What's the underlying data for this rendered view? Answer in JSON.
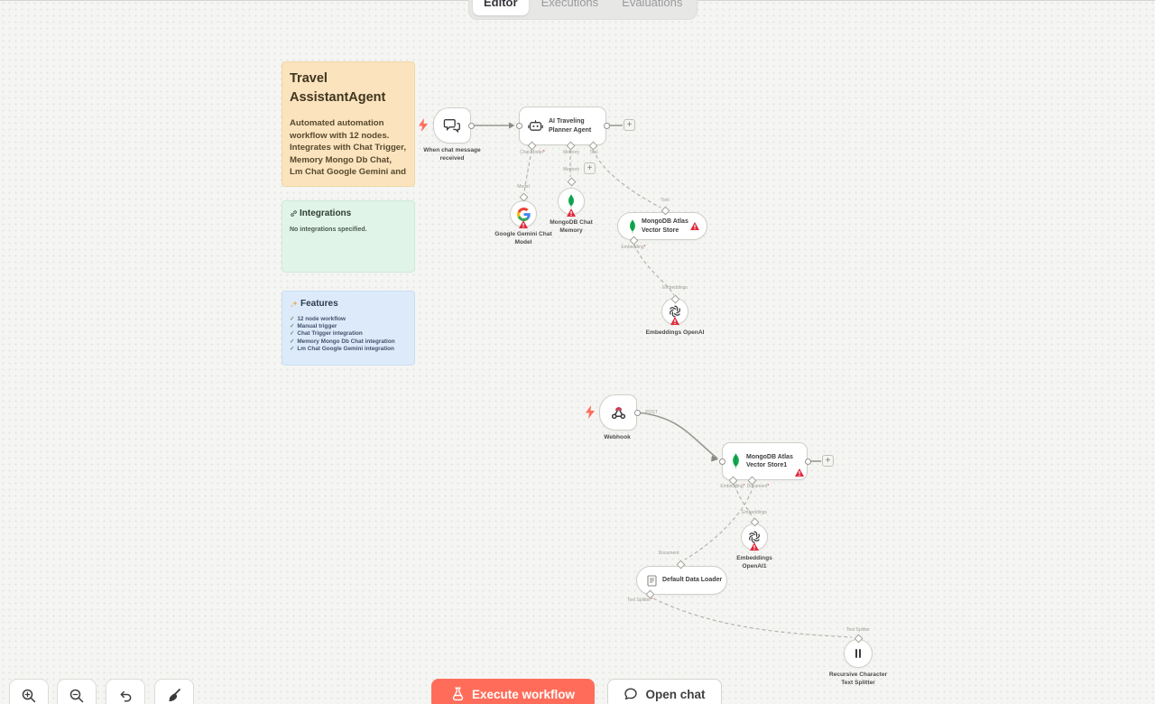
{
  "tabs": {
    "editor": "Editor",
    "executions": "Executions",
    "evaluations": "Evaluations"
  },
  "sticky_notes": {
    "overview": {
      "title": "Travel AssistantAgent",
      "body": "Automated automation workflow with 12 nodes. Integrates with Chat Trigger, Memory Mongo Db Chat, Lm Chat Google Gemini and"
    },
    "integrations": {
      "title": "Integrations",
      "body": "No integrations specified."
    },
    "features": {
      "title": "Features",
      "check": "✓",
      "items": [
        "12 node workflow",
        "Manual trigger",
        "Chat Trigger integration",
        "Memory Mongo Db Chat integration",
        "Lm Chat Google Gemini integration"
      ]
    }
  },
  "nodes": {
    "chat_trigger": {
      "name": "When chat message received"
    },
    "agent": {
      "name": "AI Traveling Planner Agent",
      "ports": {
        "chat_model": "Chat Model",
        "memory": "Memory",
        "tool": "Tool"
      }
    },
    "gemini": {
      "name": "Google Gemini Chat Model",
      "port": "Model"
    },
    "mongo_memory": {
      "name": "MongoDB Chat Memory",
      "port": "Memory"
    },
    "vector_store": {
      "name": "MongoDB Atlas Vector Store",
      "port_top": "Tool",
      "port_bottom": "Embedding"
    },
    "embeddings": {
      "name": "Embeddings OpenAI",
      "port": "Embeddings"
    },
    "webhook": {
      "name": "Webhook",
      "output": "POST"
    },
    "vector_store1": {
      "name": "MongoDB Atlas Vector Store1",
      "port_a": "Embedding",
      "port_b": "Document"
    },
    "embeddings1": {
      "name": "Embeddings OpenAI1",
      "port": "Embeddings"
    },
    "data_loader": {
      "name": "Default Data Loader",
      "port_top": "Document",
      "port_bottom": "Text Splitter"
    },
    "text_splitter": {
      "name": "Recursive Character Text Splitter",
      "port": "Text Splitter"
    }
  },
  "markers": {
    "required": "*",
    "plus": "+"
  },
  "footer": {
    "execute": "Execute workflow",
    "open_chat": "Open chat"
  },
  "colors": {
    "accent": "#ff6d5a",
    "warning": "#e02b3d",
    "sticky_amber": "#fbe3bd",
    "sticky_green": "#e1f4e8",
    "sticky_blue": "#dceafa"
  }
}
